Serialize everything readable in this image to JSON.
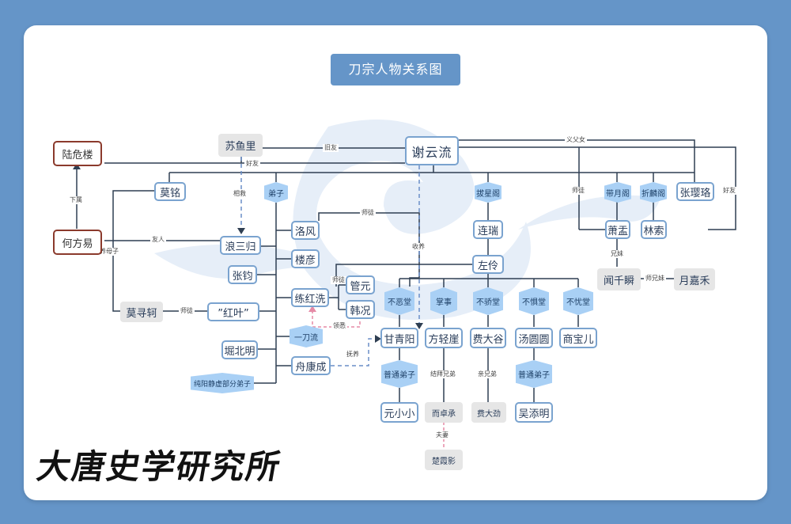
{
  "title": "刀宗人物关系图",
  "nodes": {
    "xieyunliu": "谢云流",
    "suyuli": "苏鱼里",
    "luweilou": "陆危楼",
    "hefangyi": "何方易",
    "moming": "莫铭",
    "langsangui": "浪三归",
    "moxunke": "莫寻轲",
    "hongye": "”红叶”",
    "luofeng": "洛风",
    "louyan": "楼彦",
    "zhangjun": "张钧",
    "lianhongxi": "练红洗",
    "guanyuan": "管元",
    "hankuang": "韩况",
    "yidaoliu": "一刀流",
    "zhibeiming": "堀北明",
    "zhoukangcheng": "舟康成",
    "chunyang": "纯阳静虚部分弟子",
    "lianrui": "连瑞",
    "zuoling": "左伶",
    "xiaoyi": "萧盂",
    "linsuo": "林索",
    "zhangying": "张璎珞",
    "wenqianshun": "闻千瞬",
    "yuejiahe": "月嘉禾",
    "ganqingyang": "甘青阳",
    "fangqingya": "方轻崖",
    "feidagu": "费大谷",
    "tanghuanhuan": "汤圆圆",
    "shangbaoer": "商宝儿",
    "yuanxiaoxiao": "元小小",
    "erzhuocheng": "而卓承",
    "feidaquan": "费大劲",
    "wutianming": "吴添明",
    "chuxiaying": "楚霞影"
  },
  "groups": {
    "dizi": "弟子",
    "baxingge": "拔星阁",
    "daiyuege": "带月阁",
    "zhelinge": "折麟阁",
    "buezhitang": "不恶堂",
    "zhangshi": "掌事",
    "bujitang": "不骄堂",
    "bujutang": "不惧堂",
    "buyoutang": "不忧堂",
    "putong1": "普通弟子",
    "putong2": "普通弟子"
  },
  "labels": {
    "jiuyou": "旧友",
    "haoyou": "好友",
    "yifunv": "义父女",
    "shitu_top": "师徒",
    "haoyou_right": "好友",
    "xiashu": "下属",
    "youren": "友人",
    "yangmuzi": "养母子",
    "jiejiu": "相救",
    "shitu_mid": "师徒",
    "shoujiang": "收养",
    "shitu_left": "师徒",
    "shitu_lian": "师徒",
    "lingxi": "领悉",
    "fuyang": "抚养",
    "xiongmei": "兄妹",
    "shixiongmei": "师兄妹",
    "jiebai": "结拜兄弟",
    "qinxiongdi": "亲兄弟",
    "fuqi": "夫妻"
  },
  "signature": "大唐史学研究所",
  "colors": {
    "background": "#6595c8",
    "node_border": "#7aa3cf",
    "group_fill": "#a9d0f5",
    "line": "#2f3f52",
    "guard_border": "#8b3a2c",
    "pink_dash": "#e58aa6",
    "blue_dash": "#6a8ec7"
  }
}
